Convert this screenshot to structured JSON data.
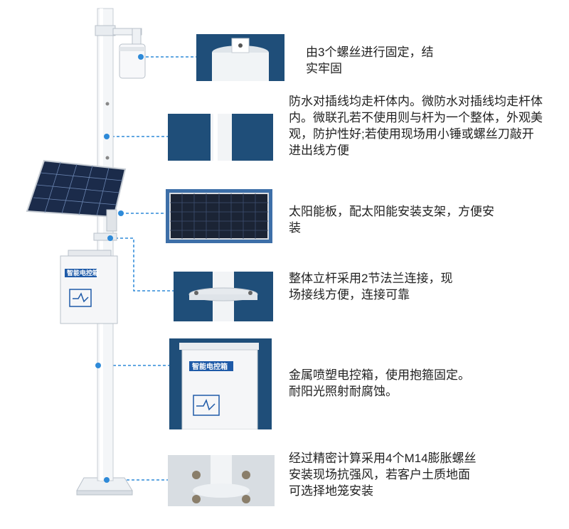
{
  "box_label": "智能电控箱",
  "callouts": [
    {
      "id": "screws",
      "text": "由3个螺丝进行固定，结实牢固"
    },
    {
      "id": "wiring",
      "text": "防水对插线均走杆体内。微防水对插线均走杆体内。微联孔若不使用则与杆为一个整体，外观美观，防护性好;若使用现场用小锤或螺丝刀敲开进出线方便"
    },
    {
      "id": "solar",
      "text": "太阳能板，配太阳能安装支架，方便安装"
    },
    {
      "id": "flange",
      "text": "整体立杆采用2节法兰连接，现场接线方便，连接可靠"
    },
    {
      "id": "cabinet",
      "text": "金属喷塑电控箱，使用抱箍固定。耐阳光照射耐腐蚀。"
    },
    {
      "id": "base",
      "text": "经过精密计算采用4个M14膨胀螺丝安装现场抗强风，若客户土质地面可选择地笼安装"
    }
  ],
  "colors": {
    "accent": "#2e8ad8",
    "thumb_bg": "#1f4e79",
    "pole": "#f4f6f8",
    "text": "#222222"
  }
}
